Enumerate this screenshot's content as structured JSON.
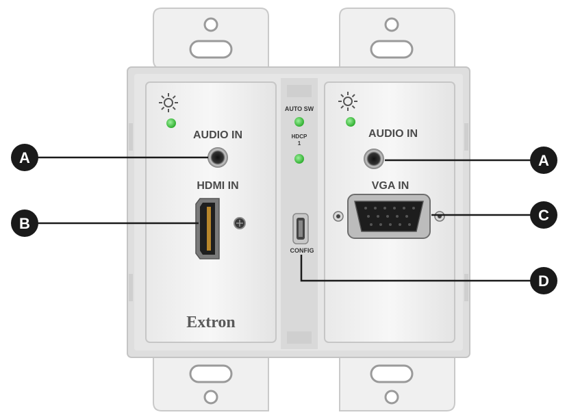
{
  "labels": {
    "left_audio_in": "AUDIO IN",
    "hdmi_in": "HDMI IN",
    "auto_sw": "AUTO SW",
    "hdcp": "HDCP",
    "hdcp_num": "1",
    "config": "CONFIG",
    "right_audio_in": "AUDIO IN",
    "vga_in": "VGA IN",
    "brand": "Extron"
  },
  "callouts": {
    "a_left": "A",
    "b": "B",
    "a_right": "A",
    "c": "C",
    "d": "D"
  },
  "colors": {
    "led": "#3fbf3f",
    "callout": "#1a1a1a",
    "faceplate": "#f2f2f2",
    "frame": "#dcdcdc"
  },
  "icons": {
    "power": "sun-icon"
  }
}
